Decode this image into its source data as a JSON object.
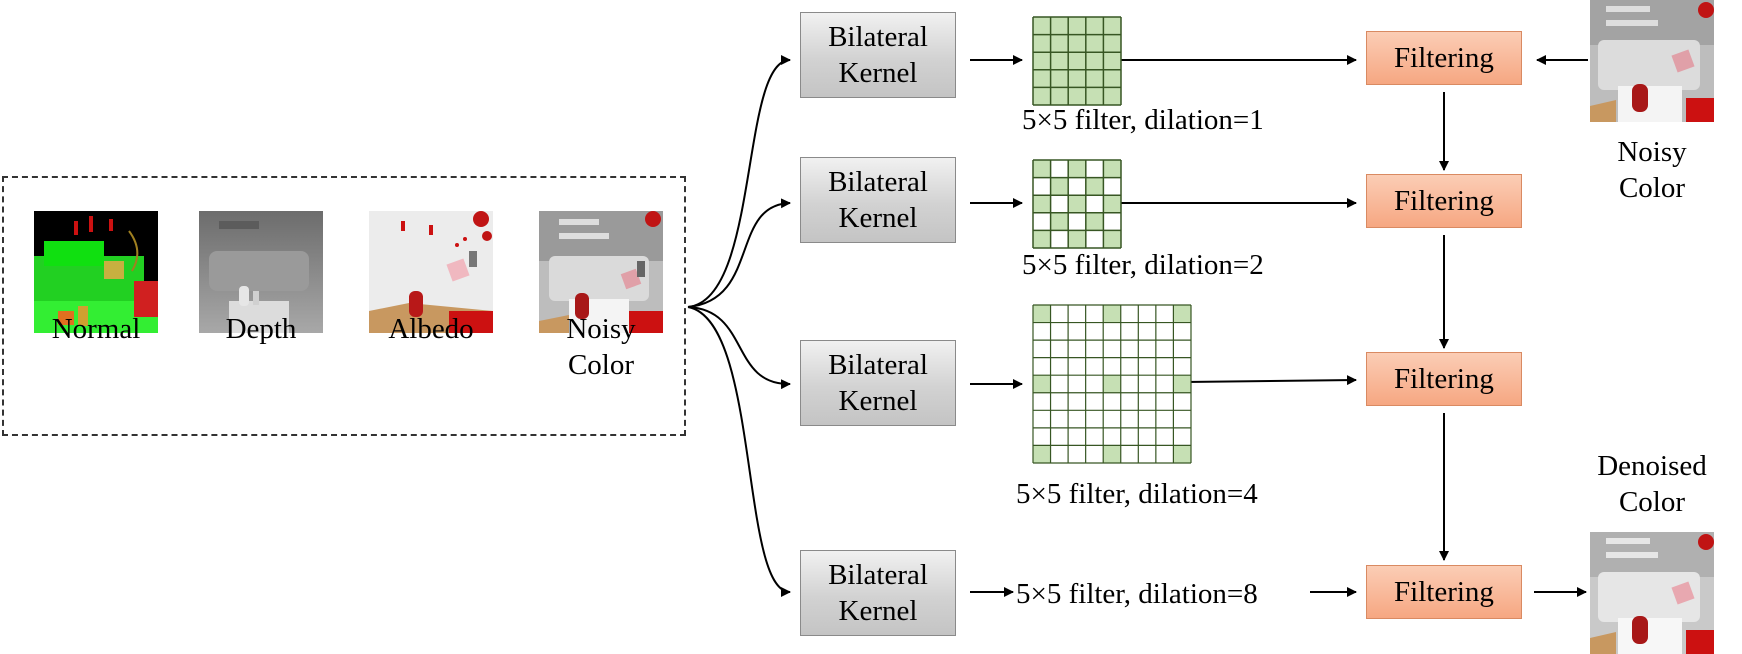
{
  "inputs": {
    "normal": "Normal",
    "depth": "Depth",
    "albedo": "Albedo",
    "noisy_color": "Noisy\nColor"
  },
  "kernels": [
    "Bilateral\nKernel",
    "Bilateral\nKernel",
    "Bilateral\nKernel",
    "Bilateral\nKernel"
  ],
  "filters": [
    "5×5 filter, dilation=1",
    "5×5 filter, dilation=2",
    "5×5 filter, dilation=4",
    "5×5 filter, dilation=8"
  ],
  "filtering": [
    "Filtering",
    "Filtering",
    "Filtering",
    "Filtering"
  ],
  "noisy_color_output": "Noisy\nColor",
  "denoised_color": "Denoised\nColor",
  "colors": {
    "grid_fill": "#c6e0b4",
    "grid_line": "#375623",
    "filtering_fill": "#f8b595",
    "kernel_fill": "#d0d0d0"
  }
}
